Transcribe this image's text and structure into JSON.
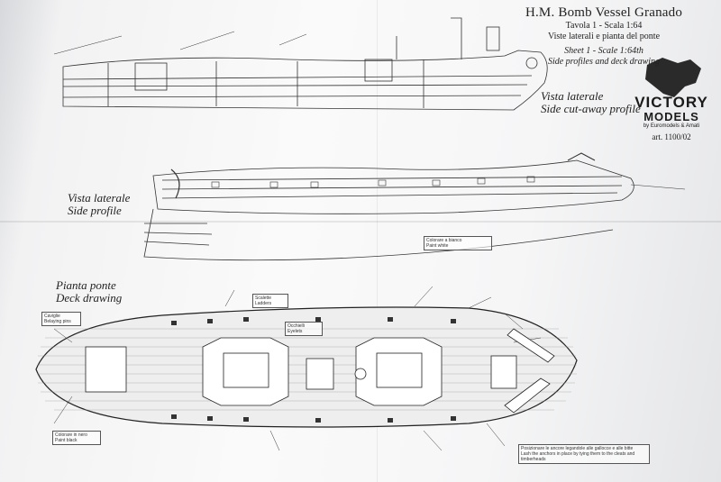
{
  "document": {
    "title": "H.M. Bomb Vessel Granado",
    "subtitle_it_1": "Tavola 1 - Scala 1:64",
    "subtitle_it_2": "Viste laterali e pianta del ponte",
    "subtitle_en_1": "Sheet 1 - Scale 1:64th",
    "subtitle_en_2": "Side profiles and deck drawing"
  },
  "brand": {
    "name_1": "VICTORY",
    "name_2": "MODELS",
    "byline": "by Euromodels & Amati",
    "article": "art. 1100/02"
  },
  "views": {
    "cutaway_it": "Vista laterale",
    "cutaway_en": "Side cut-away profile",
    "profile_it": "Vista laterale",
    "profile_en": "Side profile",
    "deck_it": "Pianta ponte",
    "deck_en": "Deck drawing"
  },
  "callouts": [
    {
      "it": "Posizionare le ancore legandole alle gallocce e alle bitte",
      "en": "Lash the anchors in place by tying them to the cleats and timberheads"
    },
    {
      "it": "Colorare a bianco",
      "en": "Paint white"
    },
    {
      "it": "Colorare in nero",
      "en": "Paint black"
    },
    {
      "it": "Occhielli",
      "en": "Eyelets"
    },
    {
      "it": "Scalette",
      "en": "Ladders"
    },
    {
      "it": "Caviglie",
      "en": "Belaying pins"
    }
  ],
  "colors": {
    "paper": "#f8f8f8",
    "ink": "#2a2a2a",
    "line": "#555555"
  }
}
